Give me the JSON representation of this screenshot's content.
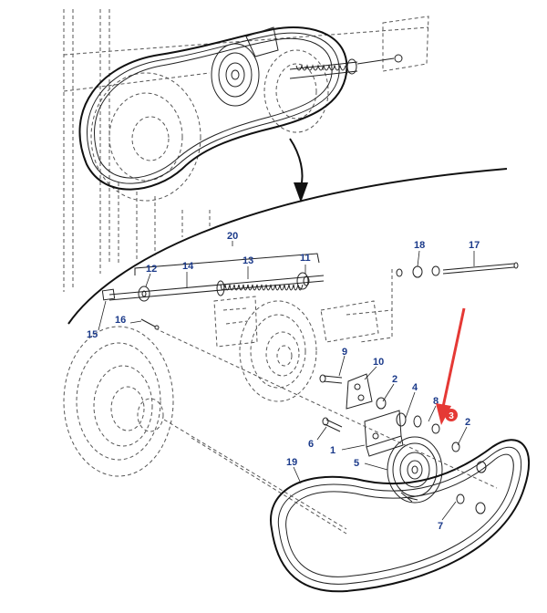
{
  "callouts": [
    {
      "id": "20",
      "text": "20"
    },
    {
      "id": "18",
      "text": "18"
    },
    {
      "id": "17",
      "text": "17"
    },
    {
      "id": "12",
      "text": "12"
    },
    {
      "id": "14",
      "text": "14"
    },
    {
      "id": "13",
      "text": "13"
    },
    {
      "id": "11",
      "text": "11"
    },
    {
      "id": "15",
      "text": "15"
    },
    {
      "id": "16",
      "text": "16"
    },
    {
      "id": "9",
      "text": "9"
    },
    {
      "id": "10",
      "text": "10"
    },
    {
      "id": "2a",
      "text": "2"
    },
    {
      "id": "4",
      "text": "4"
    },
    {
      "id": "8",
      "text": "8"
    },
    {
      "id": "2b",
      "text": "2"
    },
    {
      "id": "6",
      "text": "6"
    },
    {
      "id": "1",
      "text": "1"
    },
    {
      "id": "5",
      "text": "5"
    },
    {
      "id": "19",
      "text": "19"
    },
    {
      "id": "7",
      "text": "7"
    }
  ],
  "highlight": {
    "text": "3",
    "color": "#e53935"
  },
  "colors": {
    "label": "#1b3a8a",
    "arrow": "#e53935",
    "line": "#222222"
  }
}
